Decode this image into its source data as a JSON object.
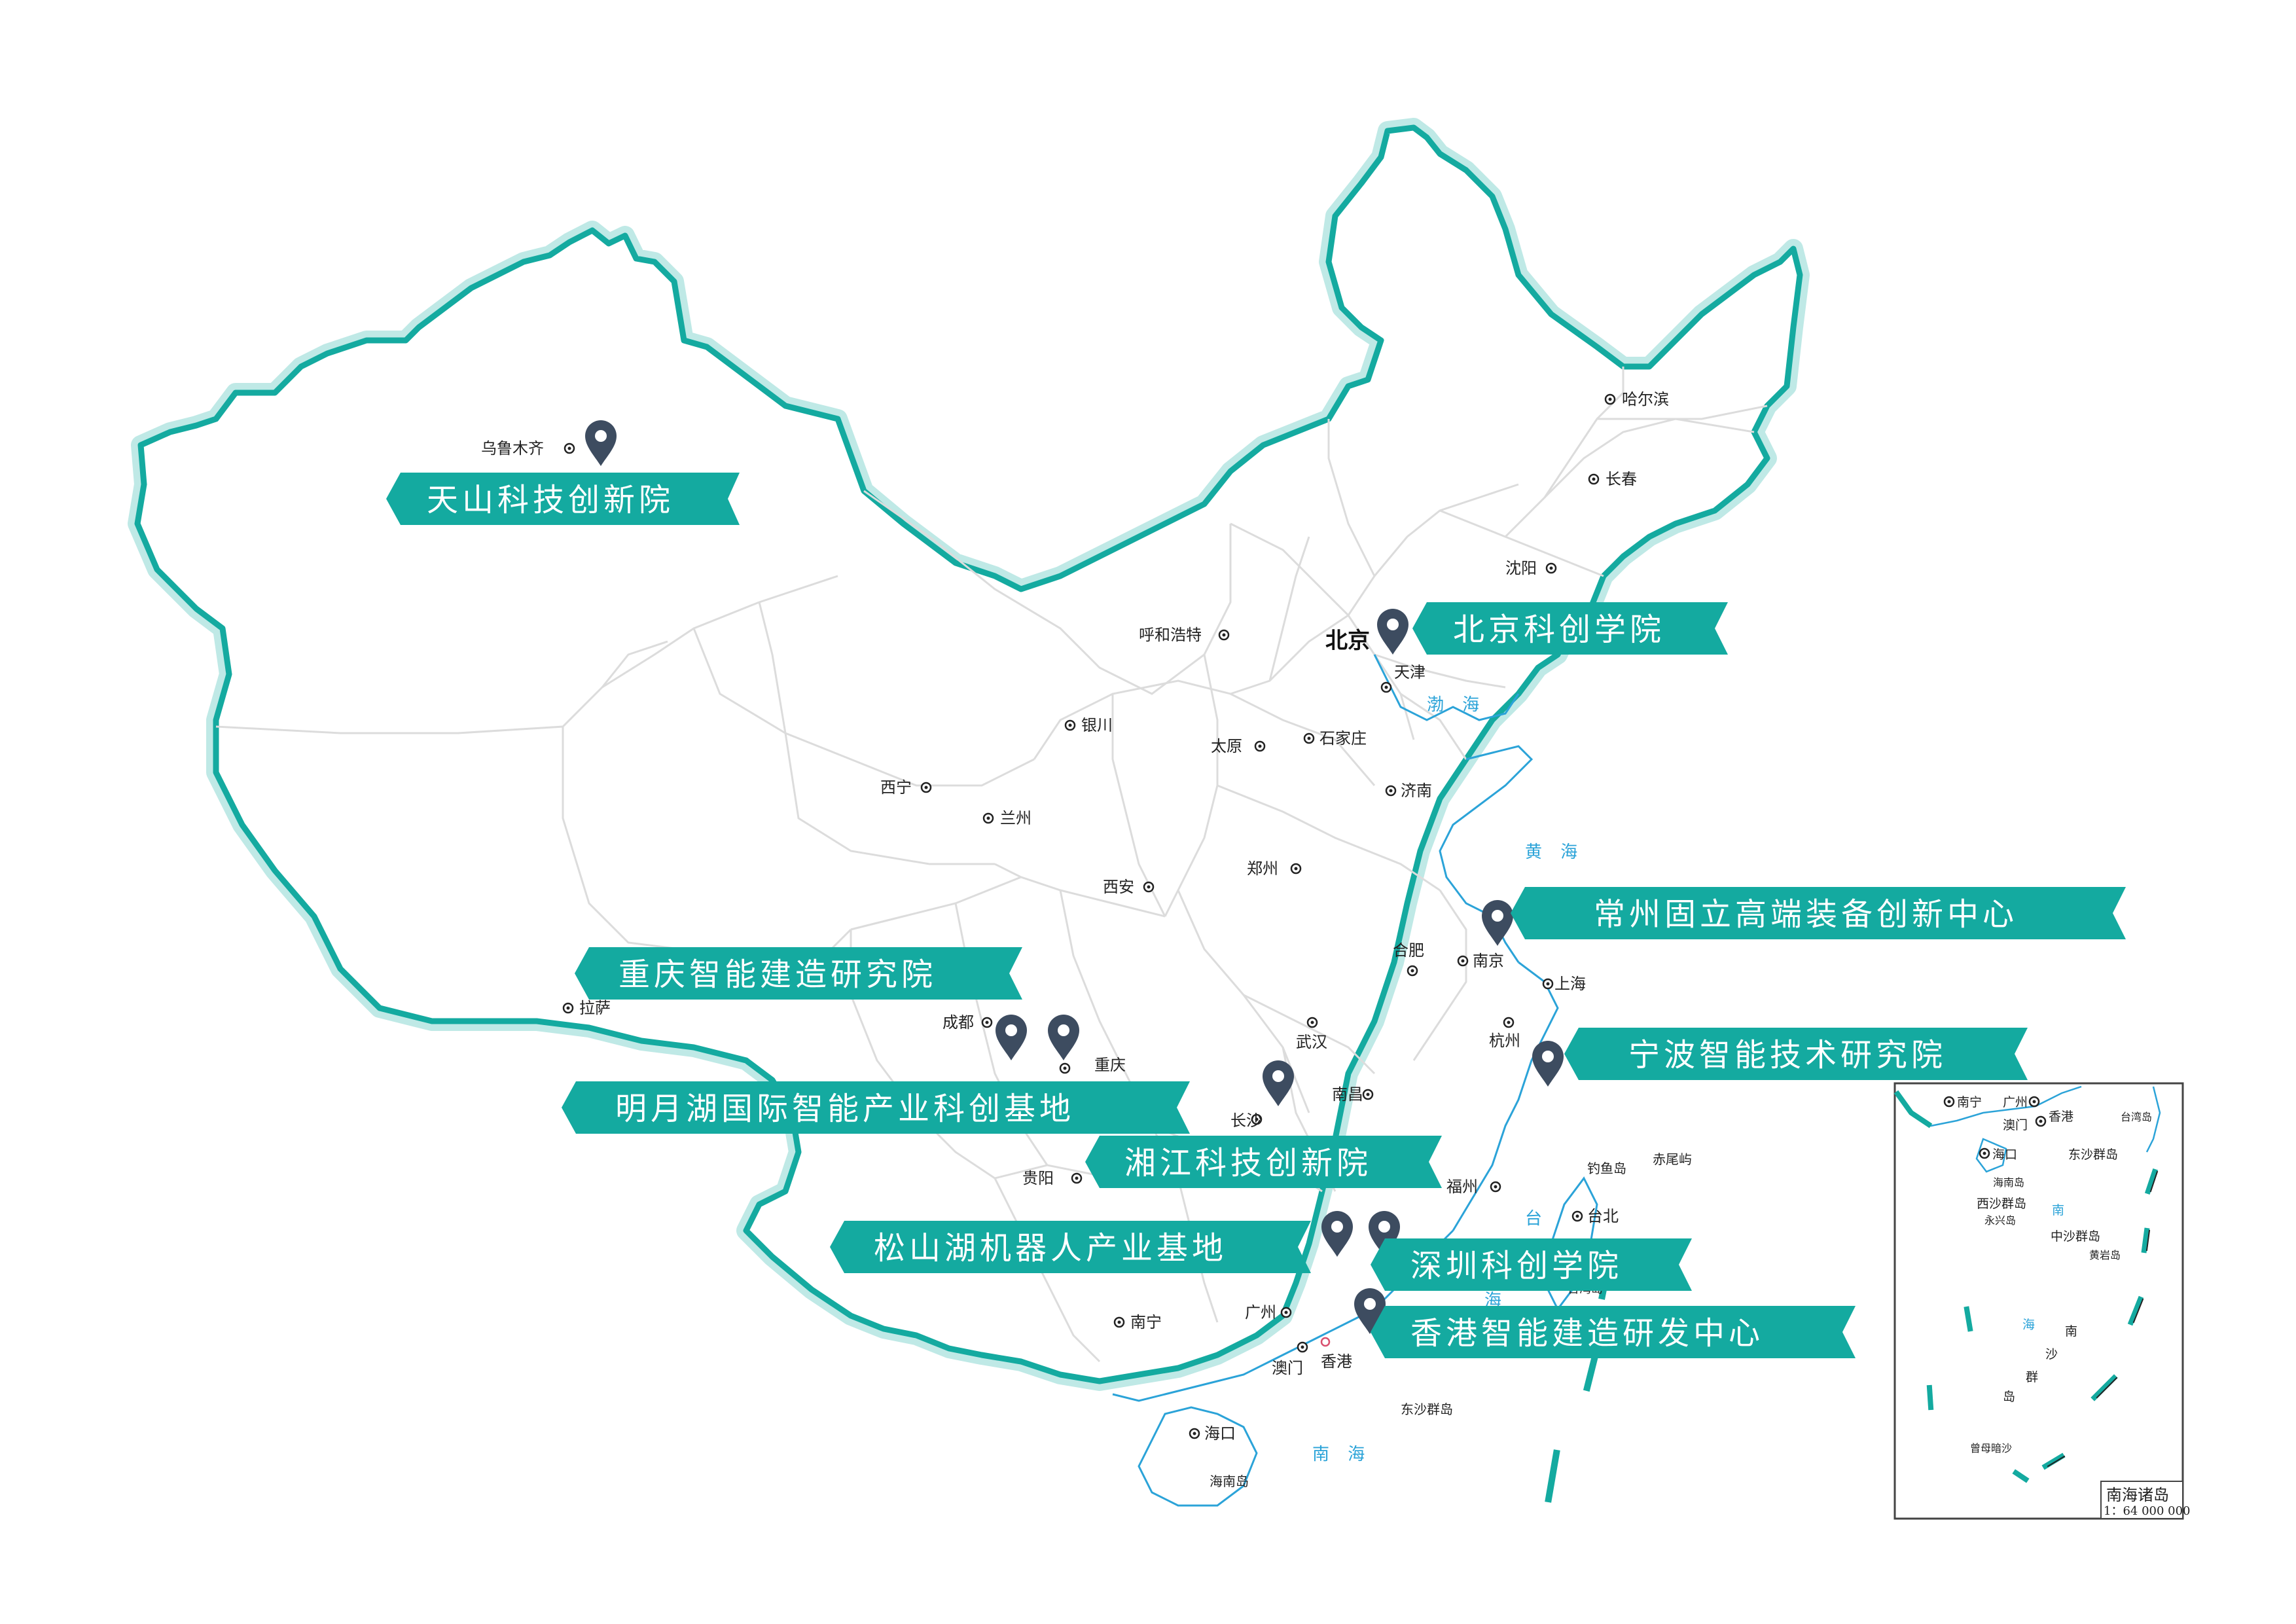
{
  "colors": {
    "border": "#14aaa0",
    "border_glow": "#bfe9e6",
    "banner": "#14aaa0",
    "banner_text": "#ffffff",
    "pin": "#3d4c60",
    "internal_lines": "#dcdcdc",
    "water": "#2ba3d8",
    "text": "#222222"
  },
  "cities": {
    "urumqi": "乌鲁木齐",
    "harbin": "哈尔滨",
    "changchun": "长春",
    "shenyang": "沈阳",
    "hohhot": "呼和浩特",
    "beijing": "北京",
    "tianjin": "天津",
    "yinchuan": "银川",
    "taiyuan": "太原",
    "shijiazhuang": "石家庄",
    "xining": "西宁",
    "lanzhou": "兰州",
    "jinan": "济南",
    "zhengzhou": "郑州",
    "xian": "西安",
    "hefei": "合肥",
    "nanjing": "南京",
    "shanghai": "上海",
    "lhasa": "拉萨",
    "chengdu": "成都",
    "chongqing": "重庆",
    "wuhan": "武汉",
    "hangzhou": "杭州",
    "changsha": "长沙",
    "nanchang": "南昌",
    "guiyang": "贵阳",
    "fuzhou": "福州",
    "taipei": "台北",
    "nanning": "南宁",
    "guangzhou": "广州",
    "macau": "澳门",
    "hongkong": "香港",
    "haikou": "海口"
  },
  "places": {
    "diaoyu": "钓鱼岛",
    "chiwei": "赤尾屿",
    "dongsha": "东沙群岛",
    "hainan_island": "海南岛",
    "taiwan_island": "台湾岛"
  },
  "seas": {
    "bohai": "渤 海",
    "huanghai": "黄 海",
    "nanhai": "南 海",
    "taiwan_char": "台",
    "east_char": "海"
  },
  "banners": {
    "tianshan": "天山科技创新院",
    "beijing": "北京科创学院",
    "changzhou": "常州固立高端装备创新中心",
    "chongqing": "重庆智能建造研究院",
    "ningbo": "宁波智能技术研究院",
    "mingyuehu": "明月湖国际智能产业科创基地",
    "xiangjiang": "湘江科技创新院",
    "songshanhu": "松山湖机器人产业基地",
    "shenzhen": "深圳科创学院",
    "hongkong": "香港智能建造研发中心"
  },
  "inset": {
    "nanning": "南宁",
    "guangzhou": "广州",
    "hongkong": "香港",
    "macau": "澳门",
    "haikou": "海口",
    "taiwan": "台湾岛",
    "dongsha": "东沙群岛",
    "hainan": "海南岛",
    "xisha": "西沙群岛",
    "yongxing": "永兴岛",
    "zhongsha": "中沙群岛",
    "huangyan": "黄岩岛",
    "nan": "南",
    "hai": "海",
    "nan2": "南",
    "sha": "沙",
    "qun": "群",
    "dao": "岛",
    "zengmu": "曾母暗沙",
    "legend_title": "南海诸岛",
    "scale": "1：64 000 000"
  }
}
